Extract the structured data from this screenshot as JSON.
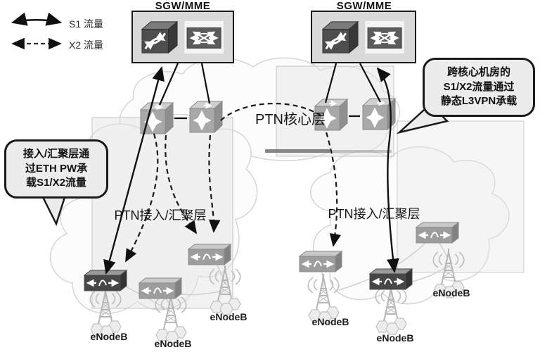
{
  "legend": {
    "s1_label": "S1 流量",
    "x2_label": "X2 流量"
  },
  "core": {
    "sgw1_title": "SGW/MME",
    "sgw2_title": "SGW/MME",
    "layer_label": "PTN核心层"
  },
  "access": {
    "left_layer_label": "PTN接入/汇聚层",
    "right_layer_label": "PTN接入/汇聚层"
  },
  "enodeb_label": "eNodeB",
  "callouts": {
    "left": "接入/汇聚层通\n过ETH PW承\n载S1/X2流量",
    "right": "跨核心机房的\nS1/X2流量通过\n静态L3VPN承载"
  },
  "icons": {
    "router": "router-icon",
    "multilayer_switch": "multilayer-switch-icon",
    "ptn_core_switch": "ptn-core-switch-icon",
    "ptn_access_switch": "ptn-access-switch-icon",
    "enodeb_tower": "enodeb-tower-icon",
    "s1_flow": "solid-double-arrow",
    "x2_flow": "dashed-double-arrow"
  },
  "colors": {
    "line": "#101010",
    "sgw_box_fill": "#d9d9d9",
    "box_border": "#1a1a1a",
    "callout_fill": "#ececec",
    "cloud_stroke": "#d6d6d6",
    "panel_stroke": "#c4c4c4",
    "switch_gray": "#9d9d9d",
    "switch_dark": "#474747",
    "tower_gray": "#b5b5b5"
  }
}
